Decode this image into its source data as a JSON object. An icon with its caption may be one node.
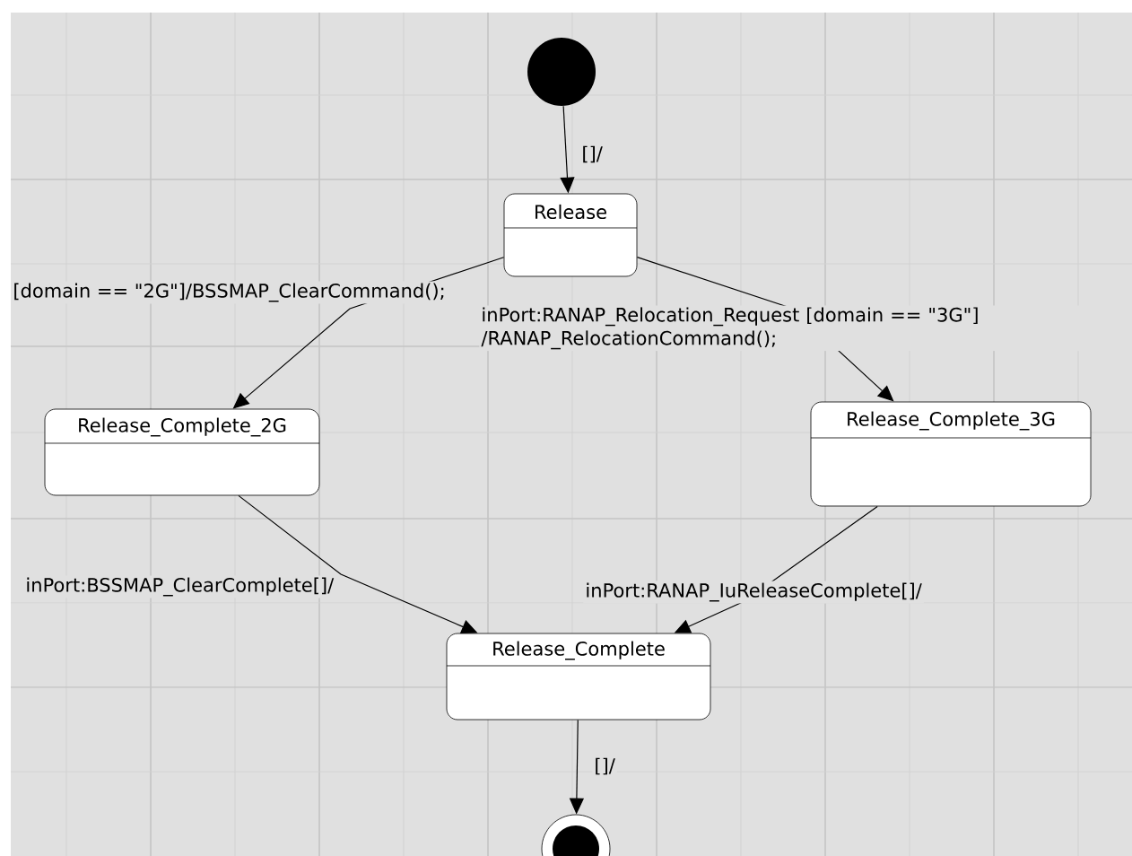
{
  "diagram": {
    "nodes": [
      {
        "text": [],
        "shape": "circle"
      },
      {
        "text": [
          "Release"
        ]
      },
      {
        "text": [
          "Release_Complete_2G"
        ]
      },
      {
        "text": [
          "Release_Complete_3G"
        ]
      },
      {
        "text": [
          "Release_Complete"
        ]
      },
      {
        "text": [],
        "shape": "bullseye"
      }
    ],
    "edges": [
      {
        "from": 0,
        "to": 1,
        "arrow": "to",
        "label": "[]/"
      },
      {
        "from": 1,
        "to": 2,
        "arrow": "to",
        "label": "[domain == \"2G\"]/BSSMAP_ClearCommand();"
      },
      {
        "from": 1,
        "to": 3,
        "arrow": "to",
        "label": "inPort:RANAP_Relocation_Request [domain == \"3G\"] /RANAP_RelocationCommand();"
      },
      {
        "from": 2,
        "to": 4,
        "arrow": "to",
        "label": "inPort:BSSMAP_ClearComplete[]/"
      },
      {
        "from": 3,
        "to": 4,
        "arrow": "to",
        "label": "inPort:RANAP_IuReleaseComplete[]/"
      },
      {
        "from": 4,
        "to": 5,
        "arrow": "to",
        "label": "[]/"
      }
    ]
  }
}
